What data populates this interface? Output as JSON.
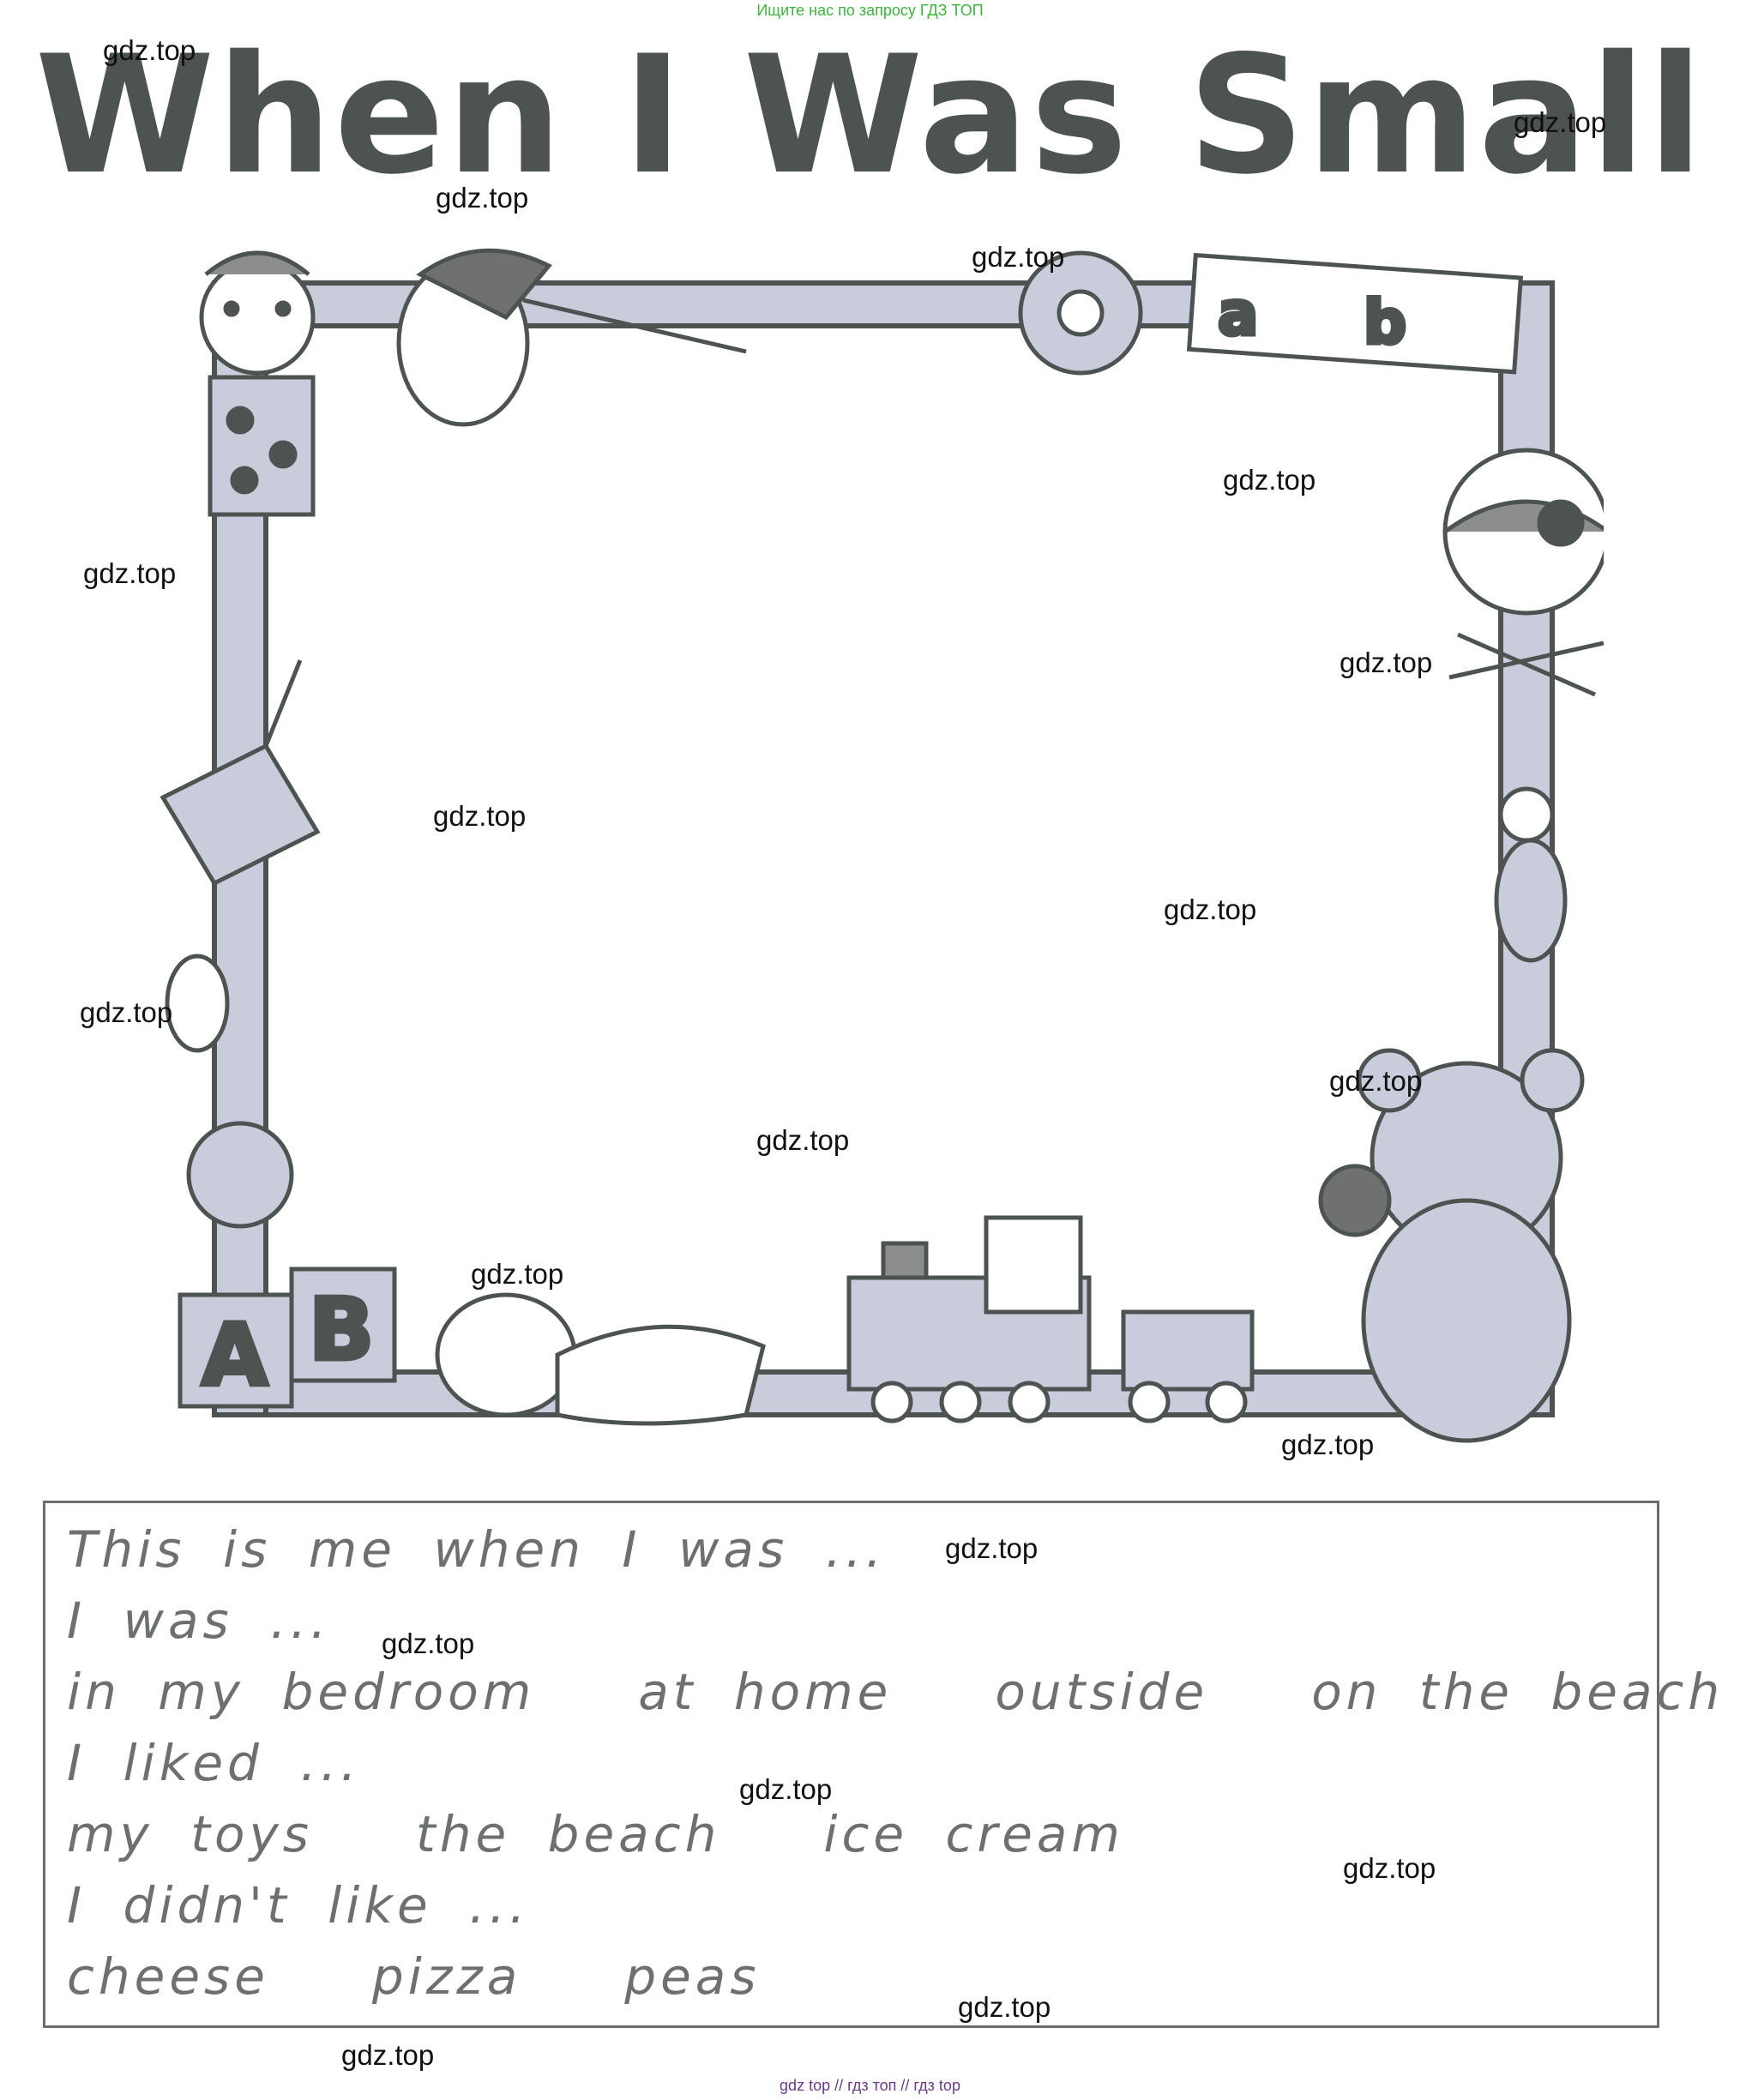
{
  "banner": "Ищите нас по запросу ГДЗ ТОП",
  "title": "When I Was Small",
  "watermark": "gdz.top",
  "sentences": {
    "line1": "This is me when I was ...",
    "line2": "I was ...",
    "places": [
      "in my bedroom",
      "at home",
      "outside",
      "on the beach"
    ],
    "line4": "I liked ...",
    "likes": [
      "my toys",
      "the beach",
      "ice cream"
    ],
    "line6": "I didn't like ...",
    "dislikes": [
      "cheese",
      "pizza",
      "peas"
    ]
  },
  "footer": "gdz top // гдз топ // гдз top",
  "colors": {
    "frame_fill": "#c9ccdb",
    "ink": "#4d5350",
    "text_gray": "#6d706e",
    "banner_green": "#3cb43c"
  }
}
